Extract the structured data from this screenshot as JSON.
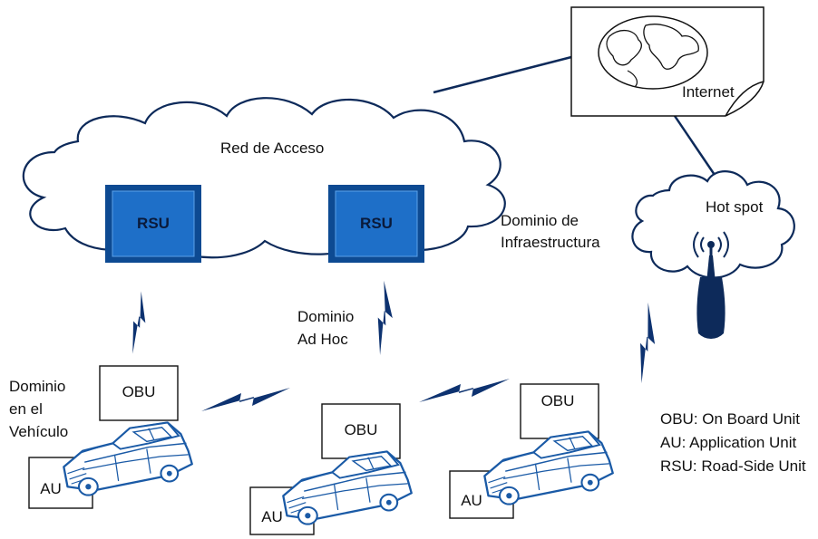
{
  "labels": {
    "internet": "Internet",
    "access_network": "Red de Acceso",
    "hot_spot": "Hot spot",
    "infra_domain_line1": "Dominio de",
    "infra_domain_line2": "Infraestructura",
    "adhoc_domain_line1": "Dominio",
    "adhoc_domain_line2": "Ad Hoc",
    "vehicle_domain_line1": "Dominio",
    "vehicle_domain_line2": "en el",
    "vehicle_domain_line3": "Vehículo"
  },
  "rsu_units": [
    "RSU",
    "RSU"
  ],
  "vehicles": [
    {
      "obu": "OBU",
      "au": "AU"
    },
    {
      "obu": "OBU",
      "au": "AU"
    },
    {
      "obu": "OBU",
      "au": "AU"
    }
  ],
  "legend": [
    "OBU: On Board Unit",
    "AU: Application Unit",
    "RSU: Road-Side Unit"
  ],
  "colors": {
    "rsu_fill": "#1e6fc8",
    "rsu_border": "#0d4a92",
    "line": "#0d2a5a",
    "lightning": "#0d3270",
    "vehicle_stroke": "#1a5aa6",
    "vehicle_fill": "#ffffff"
  },
  "icons": [
    "globe-icon",
    "antenna-icon",
    "lightning-icon",
    "car-icon",
    "cloud-icon"
  ]
}
